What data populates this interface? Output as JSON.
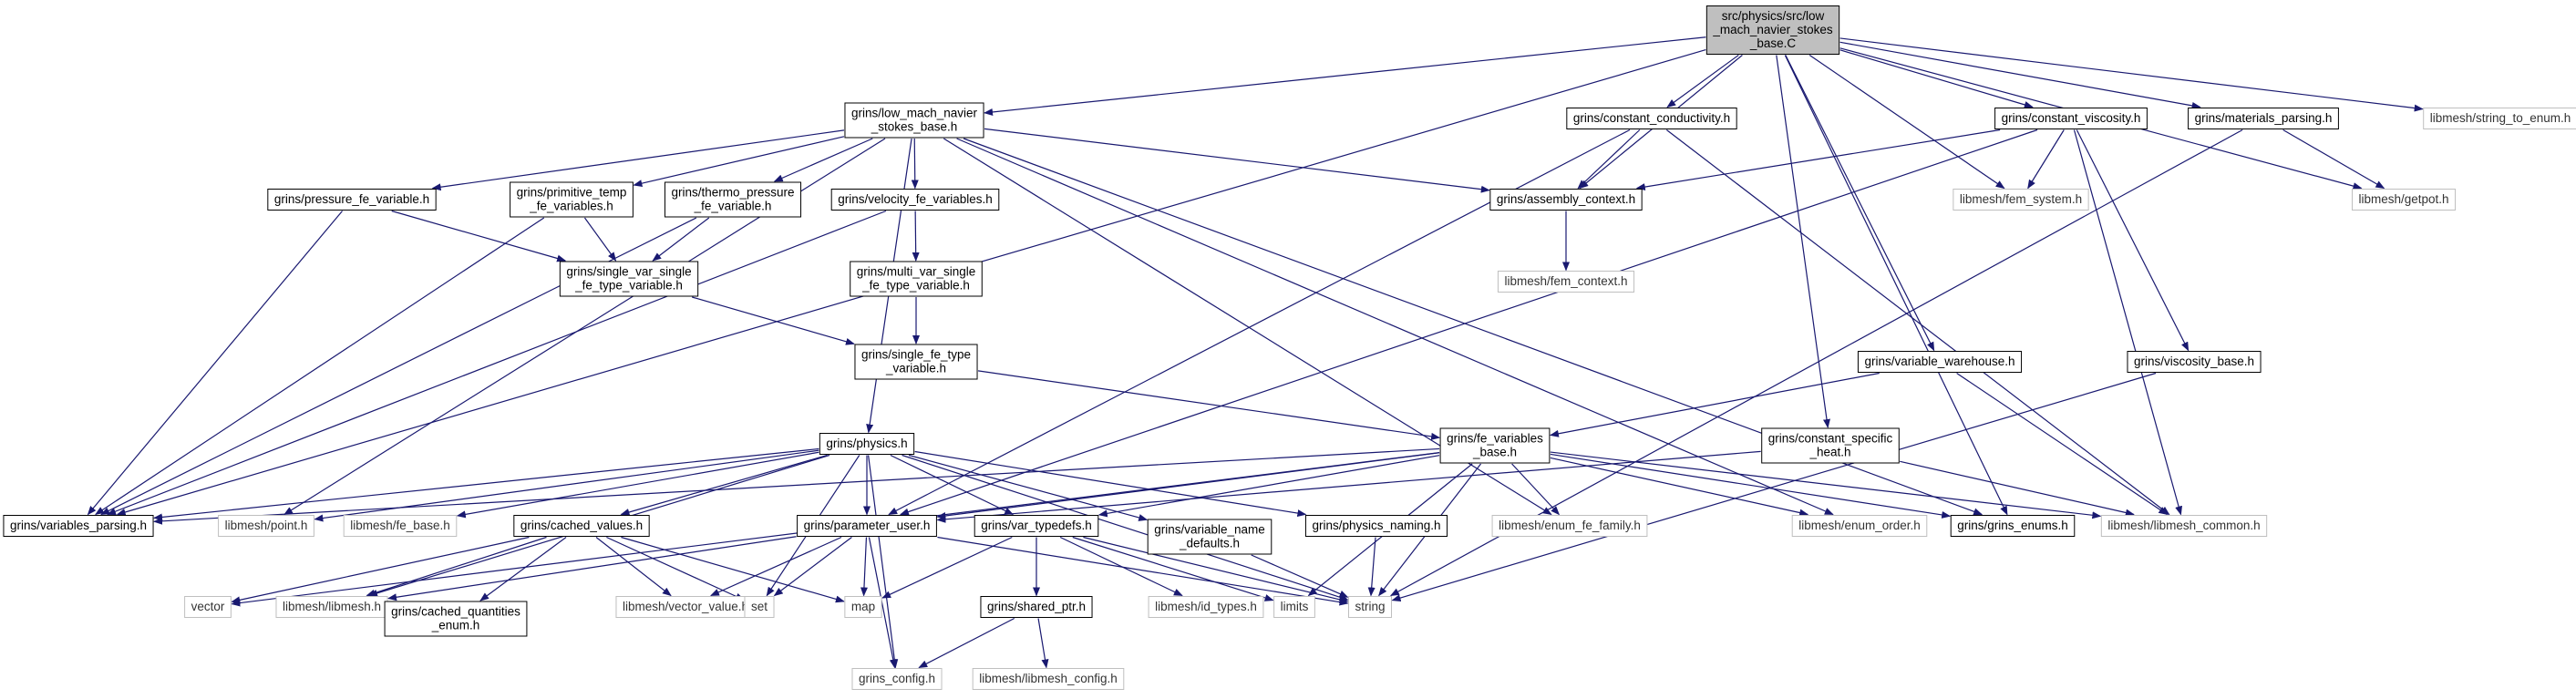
{
  "colors": {
    "edge": "#191970",
    "root_fill": "#bfbfbf",
    "node_border": "#000000",
    "external_border": "#bfbfbf",
    "background": "#ffffff"
  },
  "nodes": [
    {
      "id": "root",
      "lines": [
        "src/physics/src/low",
        "_mach_navier_stokes",
        "_base.C"
      ],
      "kind": "root"
    },
    {
      "id": "lmnsb",
      "lines": [
        "grins/low_mach_navier",
        "_stokes_base.h"
      ],
      "kind": "internal"
    },
    {
      "id": "cc",
      "lines": [
        "grins/constant_conductivity.h"
      ],
      "kind": "internal"
    },
    {
      "id": "cv",
      "lines": [
        "grins/constant_viscosity.h"
      ],
      "kind": "internal"
    },
    {
      "id": "mp",
      "lines": [
        "grins/materials_parsing.h"
      ],
      "kind": "internal"
    },
    {
      "id": "ste",
      "lines": [
        "libmesh/string_to_enum.h"
      ],
      "kind": "external"
    },
    {
      "id": "pfv",
      "lines": [
        "grins/pressure_fe_variable.h"
      ],
      "kind": "internal"
    },
    {
      "id": "ptfv",
      "lines": [
        "grins/primitive_temp",
        "_fe_variables.h"
      ],
      "kind": "internal"
    },
    {
      "id": "tpfv",
      "lines": [
        "grins/thermo_pressure",
        "_fe_variable.h"
      ],
      "kind": "internal"
    },
    {
      "id": "vfv",
      "lines": [
        "grins/velocity_fe_variables.h"
      ],
      "kind": "internal"
    },
    {
      "id": "ac",
      "lines": [
        "grins/assembly_context.h"
      ],
      "kind": "internal"
    },
    {
      "id": "fes",
      "lines": [
        "libmesh/fem_system.h"
      ],
      "kind": "external"
    },
    {
      "id": "getpot",
      "lines": [
        "libmesh/getpot.h"
      ],
      "kind": "external"
    },
    {
      "id": "svsft",
      "lines": [
        "grins/single_var_single",
        "_fe_type_variable.h"
      ],
      "kind": "internal"
    },
    {
      "id": "mvsft",
      "lines": [
        "grins/multi_var_single",
        "_fe_type_variable.h"
      ],
      "kind": "internal"
    },
    {
      "id": "femc",
      "lines": [
        "libmesh/fem_context.h"
      ],
      "kind": "external"
    },
    {
      "id": "sft",
      "lines": [
        "grins/single_fe_type",
        "_variable.h"
      ],
      "kind": "internal"
    },
    {
      "id": "vw",
      "lines": [
        "grins/variable_warehouse.h"
      ],
      "kind": "internal"
    },
    {
      "id": "vb",
      "lines": [
        "grins/viscosity_base.h"
      ],
      "kind": "internal"
    },
    {
      "id": "phys",
      "lines": [
        "grins/physics.h"
      ],
      "kind": "internal"
    },
    {
      "id": "fevb",
      "lines": [
        "grins/fe_variables",
        "_base.h"
      ],
      "kind": "internal"
    },
    {
      "id": "csh",
      "lines": [
        "grins/constant_specific",
        "_heat.h"
      ],
      "kind": "internal"
    },
    {
      "id": "vp",
      "lines": [
        "grins/variables_parsing.h"
      ],
      "kind": "internal"
    },
    {
      "id": "point",
      "lines": [
        "libmesh/point.h"
      ],
      "kind": "external"
    },
    {
      "id": "feb",
      "lines": [
        "libmesh/fe_base.h"
      ],
      "kind": "external"
    },
    {
      "id": "cvals",
      "lines": [
        "grins/cached_values.h"
      ],
      "kind": "internal"
    },
    {
      "id": "pu",
      "lines": [
        "grins/parameter_user.h"
      ],
      "kind": "internal"
    },
    {
      "id": "vt",
      "lines": [
        "grins/var_typedefs.h"
      ],
      "kind": "internal"
    },
    {
      "id": "vnd",
      "lines": [
        "grins/variable_name",
        "_defaults.h"
      ],
      "kind": "internal"
    },
    {
      "id": "pn",
      "lines": [
        "grins/physics_naming.h"
      ],
      "kind": "internal"
    },
    {
      "id": "eft",
      "lines": [
        "libmesh/enum_fe_family.h"
      ],
      "kind": "external"
    },
    {
      "id": "eo",
      "lines": [
        "libmesh/enum_order.h"
      ],
      "kind": "external"
    },
    {
      "id": "ge",
      "lines": [
        "grins/grins_enums.h"
      ],
      "kind": "internal"
    },
    {
      "id": "lmc",
      "lines": [
        "libmesh/libmesh_common.h"
      ],
      "kind": "external"
    },
    {
      "id": "vector",
      "lines": [
        "vector"
      ],
      "kind": "external"
    },
    {
      "id": "libmesh",
      "lines": [
        "libmesh/libmesh.h"
      ],
      "kind": "external"
    },
    {
      "id": "cqe",
      "lines": [
        "grins/cached_quantities",
        "_enum.h"
      ],
      "kind": "internal"
    },
    {
      "id": "vv",
      "lines": [
        "libmesh/vector_value.h"
      ],
      "kind": "external"
    },
    {
      "id": "set",
      "lines": [
        "set"
      ],
      "kind": "external"
    },
    {
      "id": "map",
      "lines": [
        "map"
      ],
      "kind": "external"
    },
    {
      "id": "sp",
      "lines": [
        "grins/shared_ptr.h"
      ],
      "kind": "internal"
    },
    {
      "id": "idt",
      "lines": [
        "libmesh/id_types.h"
      ],
      "kind": "external"
    },
    {
      "id": "limits",
      "lines": [
        "limits"
      ],
      "kind": "external"
    },
    {
      "id": "string",
      "lines": [
        "string"
      ],
      "kind": "external"
    },
    {
      "id": "gconf",
      "lines": [
        "grins_config.h"
      ],
      "kind": "external"
    },
    {
      "id": "lmconf",
      "lines": [
        "libmesh/libmesh_config.h"
      ],
      "kind": "external"
    }
  ],
  "edges": [
    [
      "root",
      "lmnsb"
    ],
    [
      "root",
      "cc"
    ],
    [
      "root",
      "cv"
    ],
    [
      "root",
      "mp"
    ],
    [
      "root",
      "ste"
    ],
    [
      "root",
      "ac"
    ],
    [
      "root",
      "fes"
    ],
    [
      "root",
      "getpot"
    ],
    [
      "root",
      "vp"
    ],
    [
      "root",
      "vw"
    ],
    [
      "root",
      "csh"
    ],
    [
      "root",
      "ge"
    ],
    [
      "lmnsb",
      "pfv"
    ],
    [
      "lmnsb",
      "ptfv"
    ],
    [
      "lmnsb",
      "tpfv"
    ],
    [
      "lmnsb",
      "vfv"
    ],
    [
      "lmnsb",
      "ac"
    ],
    [
      "lmnsb",
      "phys"
    ],
    [
      "lmnsb",
      "point"
    ],
    [
      "lmnsb",
      "eft"
    ],
    [
      "lmnsb",
      "eo"
    ],
    [
      "lmnsb",
      "ge"
    ],
    [
      "cc",
      "ac"
    ],
    [
      "cc",
      "pu"
    ],
    [
      "cc",
      "lmc"
    ],
    [
      "cv",
      "ac"
    ],
    [
      "cv",
      "fes"
    ],
    [
      "cv",
      "vb"
    ],
    [
      "cv",
      "pu"
    ],
    [
      "cv",
      "lmc"
    ],
    [
      "mp",
      "getpot"
    ],
    [
      "mp",
      "string"
    ],
    [
      "pfv",
      "svsft"
    ],
    [
      "pfv",
      "vp"
    ],
    [
      "ptfv",
      "svsft"
    ],
    [
      "ptfv",
      "vp"
    ],
    [
      "tpfv",
      "svsft"
    ],
    [
      "tpfv",
      "vp"
    ],
    [
      "vfv",
      "mvsft"
    ],
    [
      "vfv",
      "vp"
    ],
    [
      "ac",
      "femc"
    ],
    [
      "svsft",
      "sft"
    ],
    [
      "mvsft",
      "sft"
    ],
    [
      "sft",
      "fevb"
    ],
    [
      "vw",
      "fevb"
    ],
    [
      "vw",
      "lmc"
    ],
    [
      "vb",
      "string"
    ],
    [
      "csh",
      "pu"
    ],
    [
      "csh",
      "lmc"
    ],
    [
      "phys",
      "vp"
    ],
    [
      "phys",
      "point"
    ],
    [
      "phys",
      "feb"
    ],
    [
      "phys",
      "cvals"
    ],
    [
      "phys",
      "pu"
    ],
    [
      "phys",
      "vt"
    ],
    [
      "phys",
      "vnd"
    ],
    [
      "phys",
      "pn"
    ],
    [
      "phys",
      "libmesh"
    ],
    [
      "phys",
      "set"
    ],
    [
      "phys",
      "string"
    ],
    [
      "phys",
      "gconf"
    ],
    [
      "fevb",
      "vp"
    ],
    [
      "fevb",
      "vt"
    ],
    [
      "fevb",
      "eft"
    ],
    [
      "fevb",
      "eo"
    ],
    [
      "fevb",
      "ge"
    ],
    [
      "fevb",
      "lmc"
    ],
    [
      "fevb",
      "vector"
    ],
    [
      "fevb",
      "string"
    ],
    [
      "fevb",
      "limits"
    ],
    [
      "fevb",
      "pu"
    ],
    [
      "cvals",
      "vector"
    ],
    [
      "cvals",
      "libmesh"
    ],
    [
      "cvals",
      "cqe"
    ],
    [
      "cvals",
      "vv"
    ],
    [
      "cvals",
      "set"
    ],
    [
      "cvals",
      "map"
    ],
    [
      "pu",
      "libmesh"
    ],
    [
      "pu",
      "vv"
    ],
    [
      "pu",
      "set"
    ],
    [
      "pu",
      "map"
    ],
    [
      "pu",
      "string"
    ],
    [
      "pu",
      "gconf"
    ],
    [
      "vt",
      "map"
    ],
    [
      "vt",
      "sp"
    ],
    [
      "vt",
      "idt"
    ],
    [
      "vt",
      "limits"
    ],
    [
      "vt",
      "string"
    ],
    [
      "vnd",
      "string"
    ],
    [
      "pn",
      "string"
    ],
    [
      "sp",
      "gconf"
    ],
    [
      "sp",
      "lmconf"
    ]
  ]
}
